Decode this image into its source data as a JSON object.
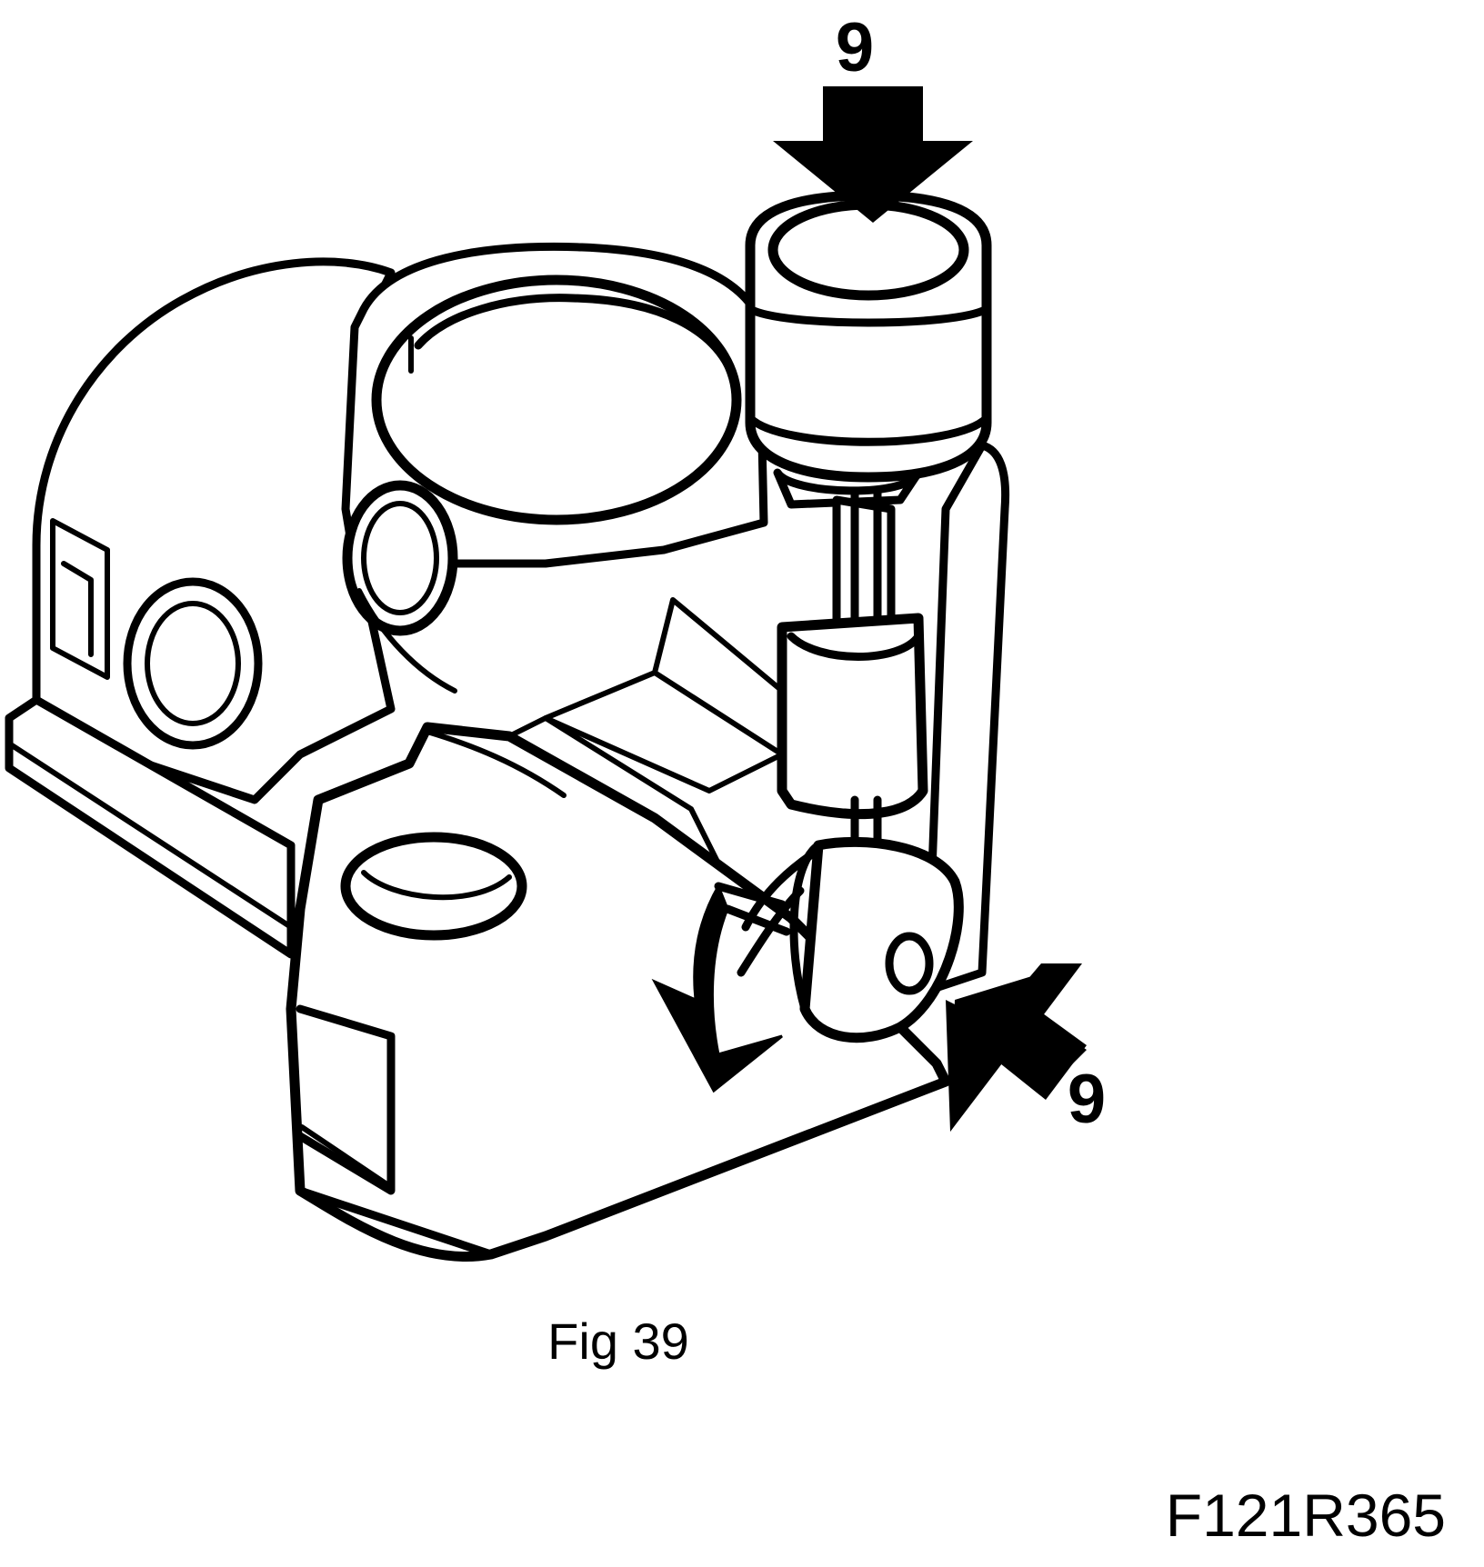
{
  "figure": {
    "callouts": [
      {
        "id": "top",
        "label": "9"
      },
      {
        "id": "right",
        "label": "9"
      }
    ],
    "caption": "Fig 39",
    "code": "F121R365",
    "colors": {
      "ink": "#000000",
      "paper": "#ffffff"
    }
  }
}
